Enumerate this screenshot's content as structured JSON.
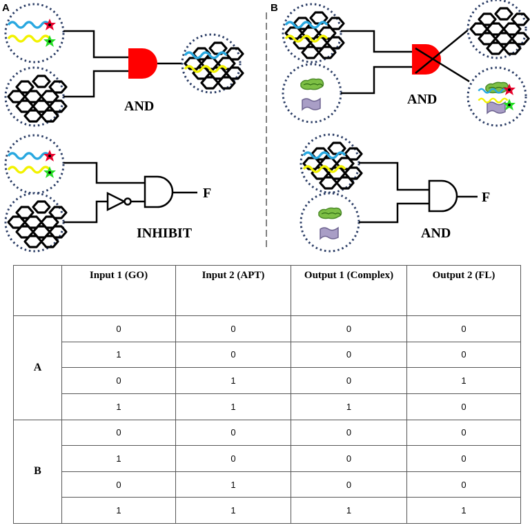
{
  "panels": {
    "a": {
      "letter": "A",
      "gate1": "AND",
      "gate2": "INHIBIT",
      "output2": "F"
    },
    "b": {
      "letter": "B",
      "gate1": "AND",
      "gate2": "AND",
      "output2": "F"
    }
  },
  "colors": {
    "gate_fill": "#ff0000",
    "dna_blue": "#29a8e0",
    "dna_yellow": "#f2f200",
    "star_red": "#e8002a",
    "star_green": "#22dd22",
    "aptamer_green": "#7dbf45",
    "aptamer_purple": "#a99ec6",
    "circle_border": "#2c3e66"
  },
  "table": {
    "headers": [
      "",
      "Input 1 (GO)",
      "Input 2 (APT)",
      "Output 1 (Complex)",
      "Output 2 (FL)"
    ],
    "groups": [
      {
        "label": "A",
        "rows": [
          [
            "0",
            "0",
            "0",
            "0"
          ],
          [
            "1",
            "0",
            "0",
            "0"
          ],
          [
            "0",
            "1",
            "0",
            "1"
          ],
          [
            "1",
            "1",
            "1",
            "0"
          ]
        ]
      },
      {
        "label": "B",
        "rows": [
          [
            "0",
            "0",
            "0",
            "0"
          ],
          [
            "1",
            "0",
            "0",
            "0"
          ],
          [
            "0",
            "1",
            "0",
            "0"
          ],
          [
            "1",
            "1",
            "1",
            "1"
          ]
        ]
      }
    ]
  }
}
